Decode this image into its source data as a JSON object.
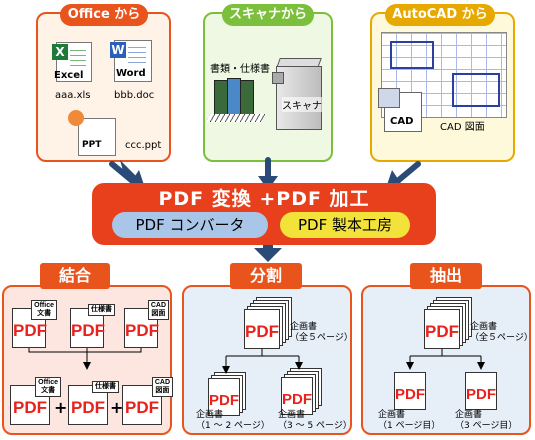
{
  "colors": {
    "office": "#e8541c",
    "scanner": "#7cbf3c",
    "autocad": "#e7a800",
    "main": "#e8401c",
    "pdf": "#e8221c",
    "blue_arrow": "#2a4a78",
    "pill_blue": "#a9c6e8",
    "pill_yellow": "#f2e23a"
  },
  "sources": {
    "office": {
      "title": "Office から",
      "files": [
        "aaa.xls",
        "bbb.doc",
        "ccc.ppt"
      ],
      "icons": [
        "Excel",
        "Word",
        "PPT"
      ]
    },
    "scanner": {
      "title": "スキャナから",
      "docs_label": "書類・仕様書",
      "device_label": "スキャナ"
    },
    "autocad": {
      "title": "AutoCAD から",
      "icon": "CAD",
      "label": "CAD 図面"
    }
  },
  "main": {
    "title": "PDF 変換 +PDF 加工",
    "pill1": "PDF コンバータ",
    "pill2": "PDF 製本工房"
  },
  "sections": {
    "combine": {
      "title": "結合",
      "caps": [
        "Office\n文書",
        "仕様書",
        "CAD\n図面"
      ]
    },
    "split": {
      "title": "分割",
      "doc_label": "企画書\n（全５ページ）",
      "out1": "企画書\n（1 ～ 2 ページ）",
      "out2": "企画書\n（3 ～ 5 ページ）"
    },
    "extract": {
      "title": "抽出",
      "doc_label": "企画書\n（全５ページ）",
      "out1": "企画書\n（1 ページ目）",
      "out2": "企画書\n（3 ページ目）"
    }
  },
  "pdf_text": "PDF",
  "plus": "+"
}
